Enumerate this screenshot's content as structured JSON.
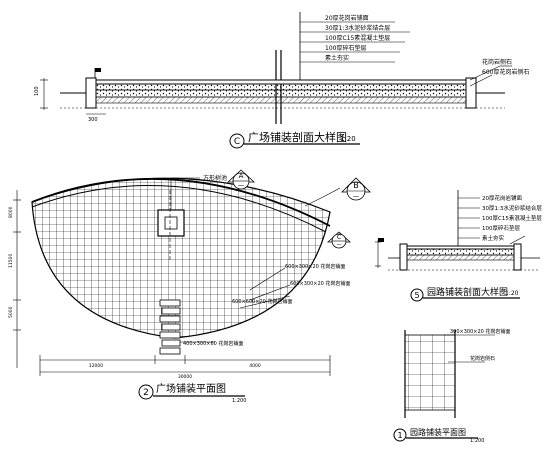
{
  "section_c": {
    "callouts": [
      "20厚花岗岩铺面",
      "30厚1:3水泥砂浆结合层",
      "100厚C15素混凝土垫层",
      "100厚碎石垫层",
      "素土夯实"
    ],
    "right_callouts": [
      "花岗岩侧石",
      "600厚花岗岩侧石"
    ],
    "dim_left": "300",
    "dim_label": "100",
    "title_symbol": "C",
    "title": "广场铺装剖面大样图",
    "scale": "1:20"
  },
  "section_b": {
    "callouts": [
      "20厚花岗岩铺面",
      "30厚1:3水泥砂浆结合层",
      "100厚C15素混凝土垫层",
      "100厚碎石垫层",
      "素土夯实"
    ],
    "title_symbol": "5",
    "title": "园路铺装剖面大样图",
    "scale": "1:20"
  },
  "plan": {
    "markers": [
      {
        "letter": "A",
        "sub": "一"
      },
      {
        "letter": "B",
        "sub": "一"
      },
      {
        "letter": "C",
        "sub": "一"
      }
    ],
    "label_top": "方形树池",
    "callouts": [
      "600×300×20 花岗岩铺面",
      "600×300×20 花岗岩铺面",
      "600×600×20 花岗岩铺面",
      "400×300×60 花岗岩铺面"
    ],
    "dims_left": [
      "8000",
      "11500",
      "5000"
    ],
    "dims_bottom": [
      "12000",
      "4000"
    ],
    "dim_total": "30000",
    "title_symbol": "2",
    "title": "广场铺装平面图",
    "scale": "1:200"
  },
  "path_plan": {
    "callouts": [
      "300×300×20 花岗岩铺面",
      "花岗岩侧石"
    ],
    "title_symbol": "1",
    "title": "园路铺装平面图",
    "scale": "1:200"
  }
}
